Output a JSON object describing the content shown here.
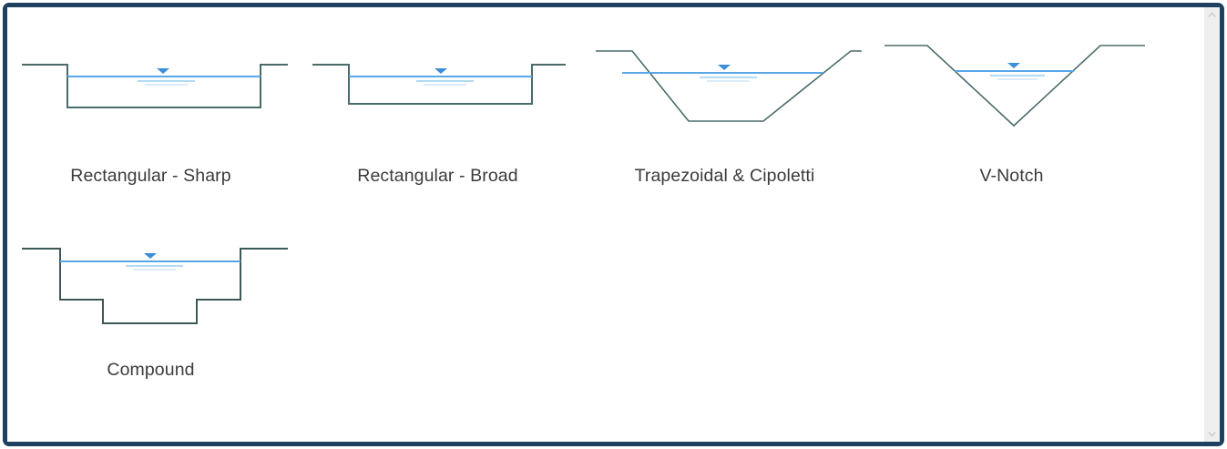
{
  "panel": {
    "border_color": "#1d415f",
    "background": "#ffffff"
  },
  "scrollbar": {
    "up_arrow": "chevron-up-icon",
    "down_arrow": "chevron-down-icon",
    "track_color": "#efefef",
    "arrow_color": "#cdcdcd"
  },
  "style": {
    "channel_stroke": "#4a6b6b",
    "water_line": "#58a6e8",
    "water_faint": "#9ccdf0",
    "water_fainter": "#cfe6f8",
    "label_color": "#3b3b3b"
  },
  "weirs": [
    {
      "id": "rectangular-sharp",
      "label": "Rectangular - Sharp",
      "shape": "rectangular-sharp-crested-channel"
    },
    {
      "id": "rectangular-broad",
      "label": "Rectangular - Broad",
      "shape": "rectangular-broad-crested-channel"
    },
    {
      "id": "trapezoidal-cipoletti",
      "label": "Trapezoidal & Cipoletti",
      "shape": "trapezoidal-channel"
    },
    {
      "id": "v-notch",
      "label": "V-Notch",
      "shape": "v-notch-channel"
    },
    {
      "id": "compound",
      "label": "Compound",
      "shape": "compound-stepped-channel"
    }
  ]
}
